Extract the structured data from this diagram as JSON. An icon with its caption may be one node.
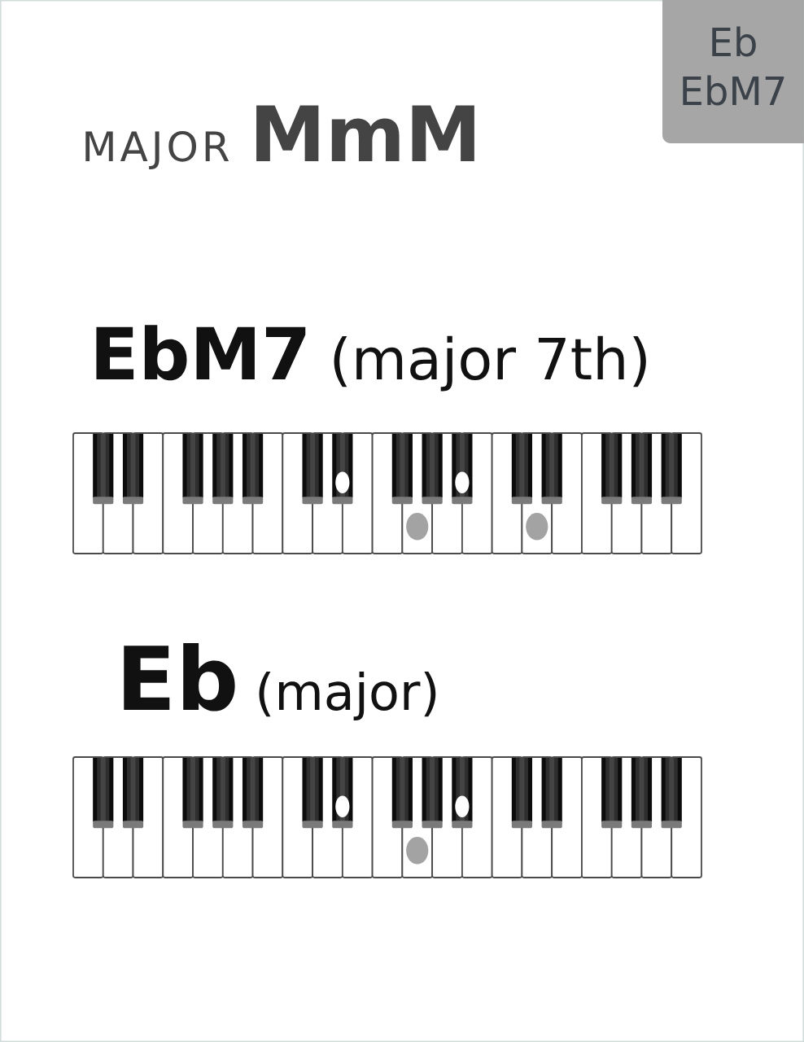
{
  "diagram": {
    "title": "MAJOR **MmM**",
    "nodes": [
      {
        "text": [
          "Eb",
          "EbM7"
        ]
      }
    ],
    "labels": [
      "**EbM7** (major 7th)",
      "**Eb** (major)"
    ]
  }
}
